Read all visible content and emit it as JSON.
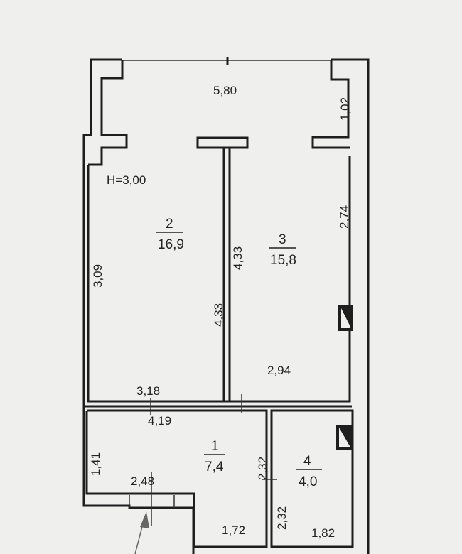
{
  "plan": {
    "ceiling_height": "H=3,00",
    "dimensions": {
      "balcony_width": "5,80",
      "balcony_depth": "1,02",
      "room2_height": "3,09",
      "room2_bottom": "3,18",
      "partition_left": "4,33",
      "partition_right": "4,33",
      "room3_right": "2,74",
      "room3_bottom": "2,94",
      "hall_top": "4,19",
      "hall_left": "1,41",
      "hall_entry": "2,48",
      "hall_bottom": "1,72",
      "bath_wall_upper": "2,32",
      "bath_wall_lower": "2,32",
      "bath_bottom": "1,82"
    },
    "rooms": [
      {
        "number": "1",
        "area": "7,4"
      },
      {
        "number": "2",
        "area": "16,9"
      },
      {
        "number": "3",
        "area": "15,8"
      },
      {
        "number": "4",
        "area": "4,0"
      }
    ]
  }
}
